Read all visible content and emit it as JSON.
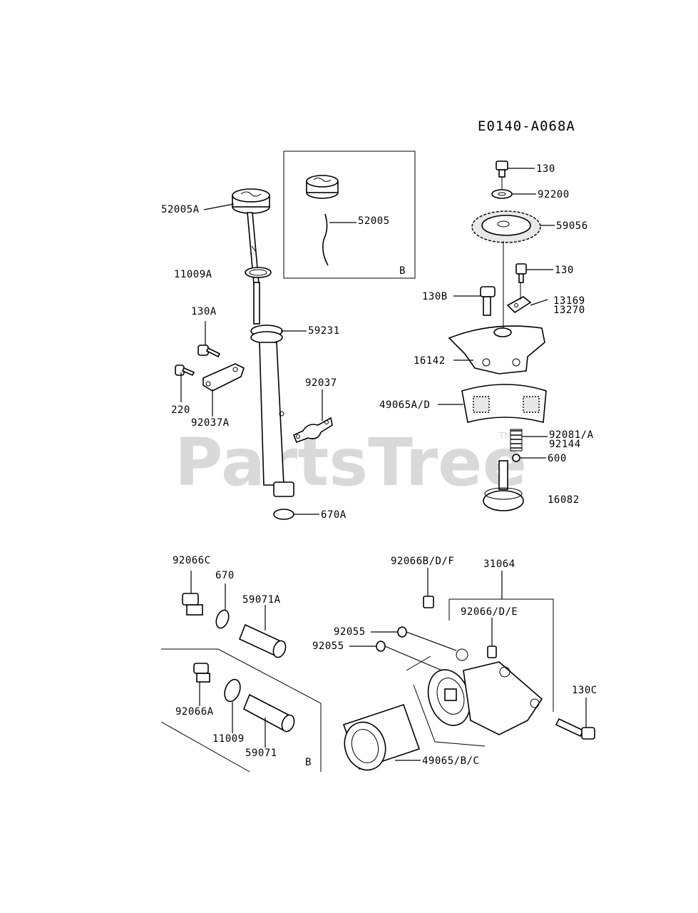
{
  "diagram_code": "E0140-A068A",
  "watermark": "PartsTree",
  "watermark_tm": "TM",
  "labels": {
    "p52005A": "52005A",
    "p11009A": "11009A",
    "p130A": "130A",
    "p220": "220",
    "p92037A": "92037A",
    "p59231": "59231",
    "p92037": "92037",
    "p670A": "670A",
    "p52005": "52005",
    "inset_b_top": "B",
    "p130_top": "130",
    "p92200": "92200",
    "p59056": "59056",
    "p130_mid": "130",
    "p130B": "130B",
    "p13169": "13169",
    "p13270": "13270",
    "p16142": "16142",
    "p49065AD": "49065A/D",
    "p92081A": "92081/A",
    "p92144": "92144",
    "p600": "600",
    "p16082": "16082",
    "p92066C": "92066C",
    "p670": "670",
    "p59071A": "59071A",
    "p92066A": "92066A",
    "p11009": "11009",
    "p59071": "59071",
    "inset_b_bottom": "B",
    "p92066BDF": "92066B/D/F",
    "p31064": "31064",
    "p92066DE": "92066/D/E",
    "p92055_a": "92055",
    "p92055_b": "92055",
    "p130C": "130C",
    "p49065BC": "49065/B/C"
  }
}
